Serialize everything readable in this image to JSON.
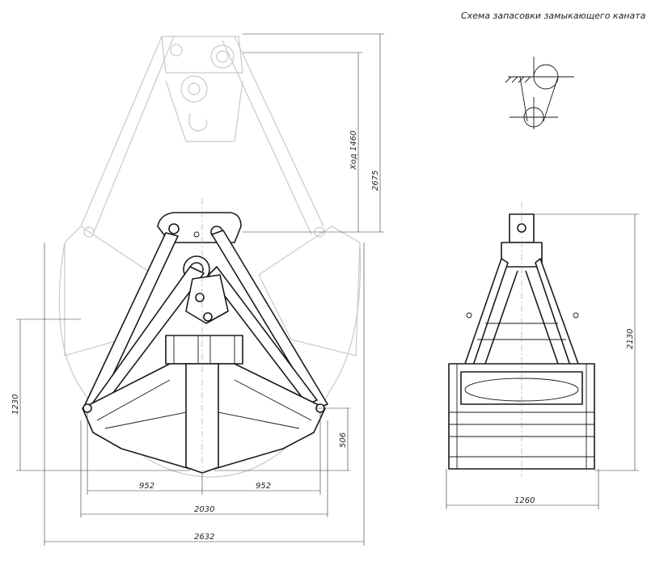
{
  "scheme_title": "Схема запасовки замыкающего каната",
  "dimensions": {
    "stroke_1460": "Ход 1460",
    "height_2675": "2675",
    "height_2130": "2130",
    "height_1230": "1230",
    "height_506": "506",
    "width_952_left": "952",
    "width_952_right": "952",
    "width_2030": "2030",
    "width_2632": "2632",
    "width_1260": "1260"
  }
}
